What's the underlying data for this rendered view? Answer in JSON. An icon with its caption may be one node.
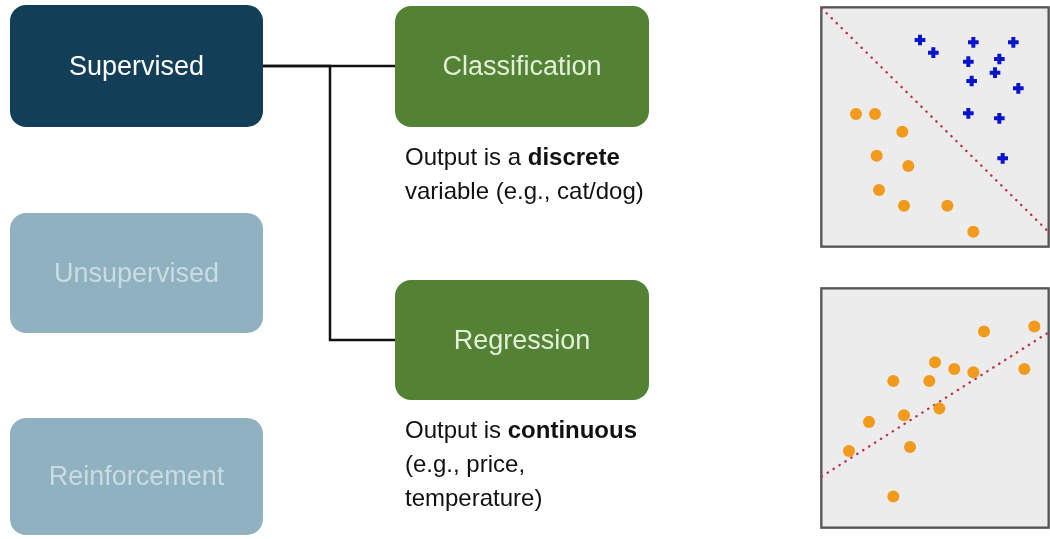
{
  "diagram": {
    "nodes": [
      {
        "text": [
          "Supervised"
        ]
      },
      {
        "text": [
          "Classification"
        ],
        "beside": [
          "Output is a **discrete** variable (e.g., cat/dog)"
        ]
      },
      {
        "text": [
          "Unsupervised"
        ]
      },
      {
        "text": [
          "Regression"
        ],
        "beside": [
          "Output is **continuous** (e.g., price, temperature)"
        ]
      },
      {
        "text": [
          "Reinforcement"
        ]
      }
    ],
    "edges": [
      {
        "from": 0,
        "to": 1,
        "arrow": "none"
      },
      {
        "from": 0,
        "to": 3,
        "arrow": "none"
      }
    ]
  }
}
